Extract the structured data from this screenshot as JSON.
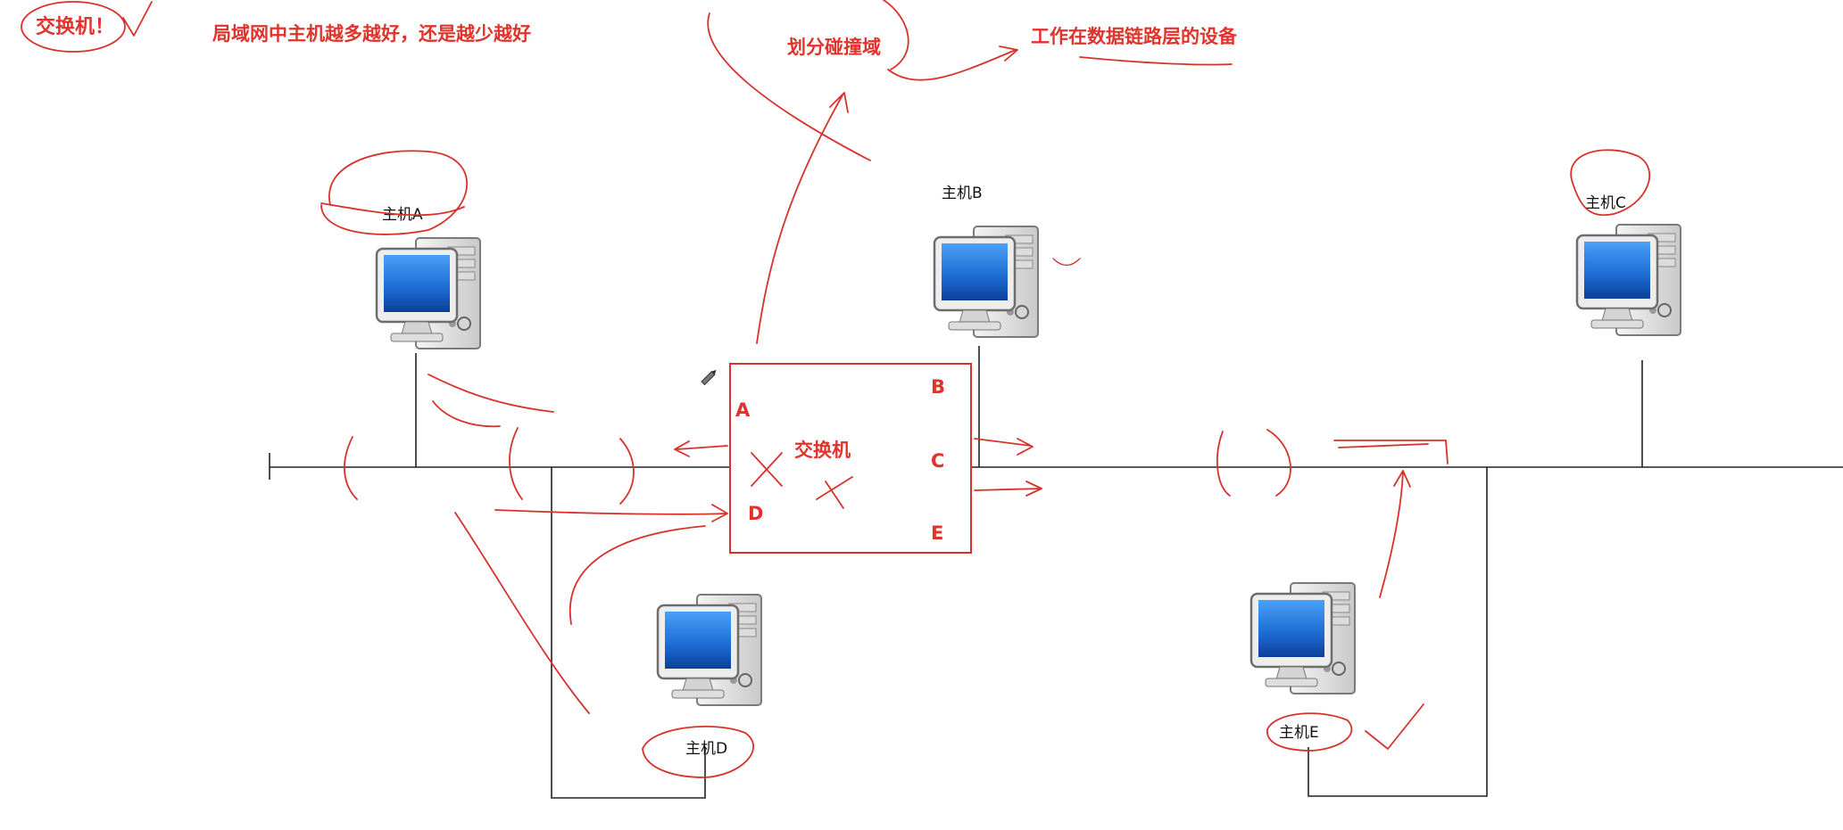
{
  "annotations": {
    "title": "交换机！",
    "question": "局域网中主机越多越好，还是越少越好",
    "collision_domain": "划分碰撞域",
    "layer_note": "工作在数据链路层的设备",
    "switch_label": "交换机"
  },
  "switch_ports": {
    "a": "A",
    "b": "B",
    "c": "C",
    "d": "D",
    "e": "E"
  },
  "hosts": {
    "a": "主机A",
    "b": "主机B",
    "c": "主机C",
    "d": "主机D",
    "e": "主机E"
  },
  "colors": {
    "ink": "#d7322b",
    "wire": "#222222",
    "monitor_screen": "#1f6fd6"
  },
  "icons": {
    "computer": "desktop-computer-icon",
    "pencil": "pencil-icon"
  }
}
